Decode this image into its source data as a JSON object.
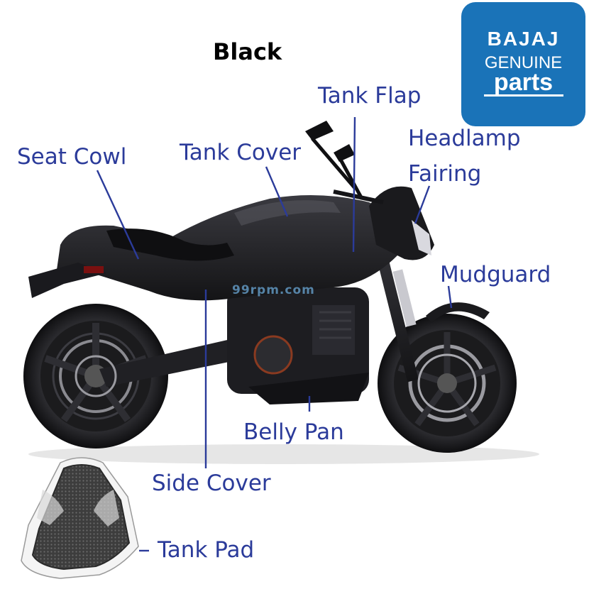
{
  "title": "Black",
  "logo": {
    "line1": "BAJAJ",
    "line2": "GENUINE",
    "line3": "parts"
  },
  "watermark": "99rpm.com",
  "labels": {
    "tank_flap": "Tank Flap",
    "headlamp": "Headlamp",
    "fairing": "Fairing",
    "seat_cowl": "Seat Cowl",
    "tank_cover": "Tank Cover",
    "mudguard": "Mudguard",
    "belly_pan": "Belly Pan",
    "side_cover": "Side Cover",
    "tank_pad": "Tank Pad"
  },
  "colors": {
    "label": "#2b3b9a",
    "leader": "#2b3b9a",
    "logo_bg": "#1a73b8",
    "bike_body": "#1e1e22",
    "bike_dark": "#0c0c0e",
    "tire": "#151515",
    "chrome": "#b8b8be",
    "pad_pattern": "#555555"
  }
}
